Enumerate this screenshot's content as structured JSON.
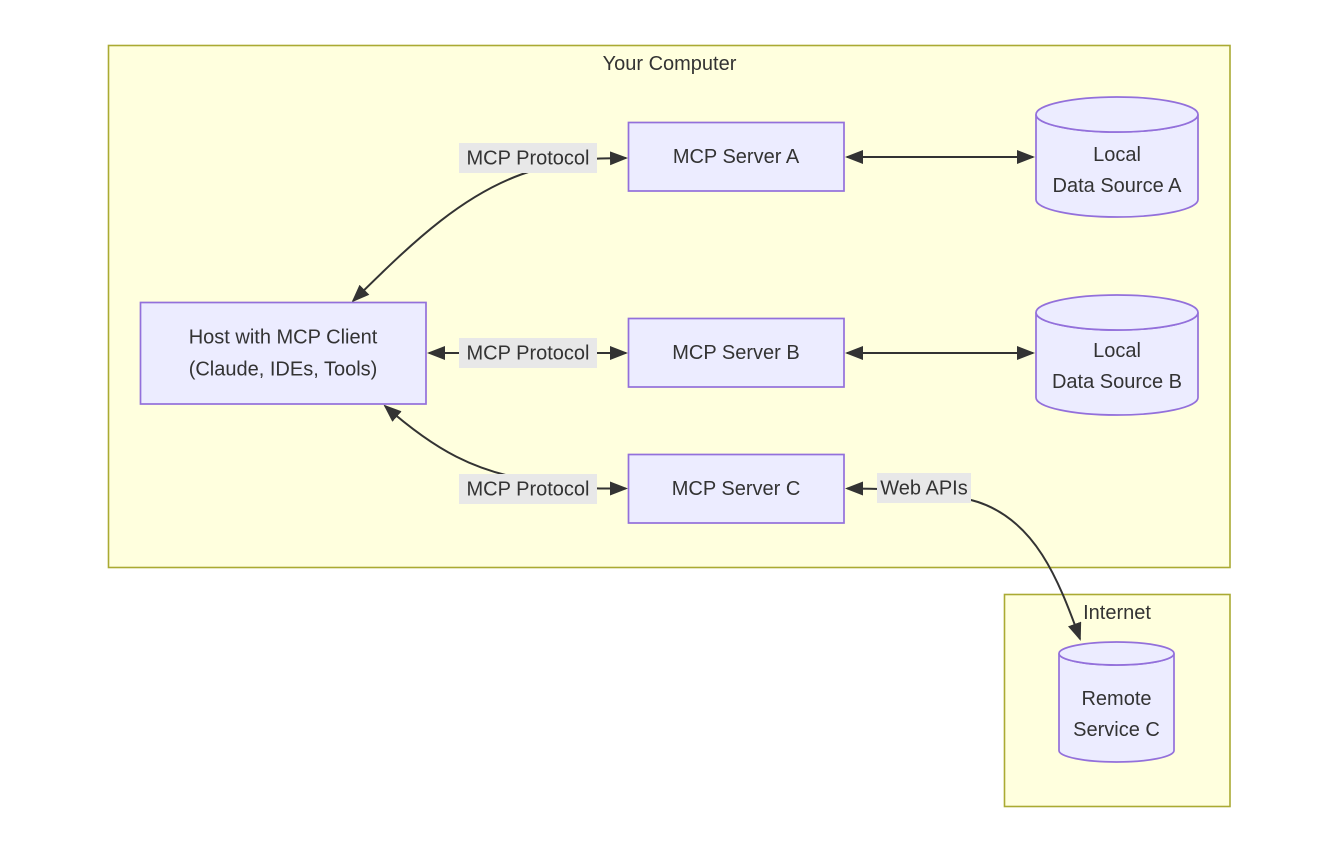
{
  "diagram": {
    "clusters": {
      "your_computer": {
        "title": "Your Computer"
      },
      "internet": {
        "title": "Internet"
      }
    },
    "nodes": {
      "host": {
        "line1": "Host with MCP Client",
        "line2": "(Claude, IDEs, Tools)"
      },
      "server_a": {
        "label": "MCP Server A"
      },
      "server_b": {
        "label": "MCP Server B"
      },
      "server_c": {
        "label": "MCP Server C"
      },
      "data_source_a": {
        "line1": "Local",
        "line2": "Data Source A"
      },
      "data_source_b": {
        "line1": "Local",
        "line2": "Data Source B"
      },
      "remote_service_c": {
        "line1": "Remote",
        "line2": "Service C"
      }
    },
    "edge_labels": {
      "host_server_a": "MCP Protocol",
      "host_server_b": "MCP Protocol",
      "host_server_c": "MCP Protocol",
      "server_c_remote": "Web APIs"
    },
    "colors": {
      "node_fill": "#ECECFF",
      "node_border": "#9370DB",
      "cluster_fill": "#FFFFDE",
      "cluster_border": "#AAAA33",
      "edge_label_background": "#E8E8E8",
      "edge_stroke": "#333333",
      "text": "#333333",
      "page_background": "#FFFFFF"
    }
  }
}
